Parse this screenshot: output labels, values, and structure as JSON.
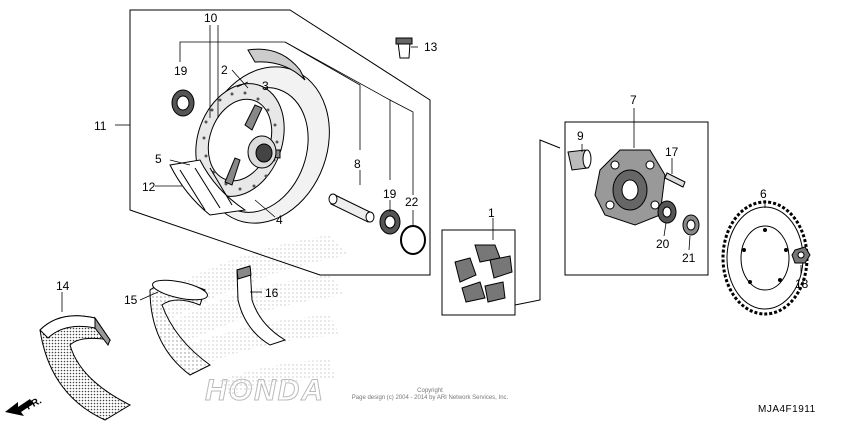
{
  "callouts": [
    "1",
    "2",
    "3",
    "4",
    "5",
    "6",
    "7",
    "8",
    "9",
    "10",
    "11",
    "12",
    "13",
    "14",
    "15",
    "16",
    "17",
    "18",
    "19",
    "19",
    "20",
    "21",
    "22"
  ],
  "direction_label": "FR.",
  "watermark": "HONDA",
  "copyright": {
    "line1": "Copyright",
    "line2": "Page design (c) 2004 - 2014 by ARI Network Services, Inc."
  },
  "diagram_code": "MJA4F1911"
}
